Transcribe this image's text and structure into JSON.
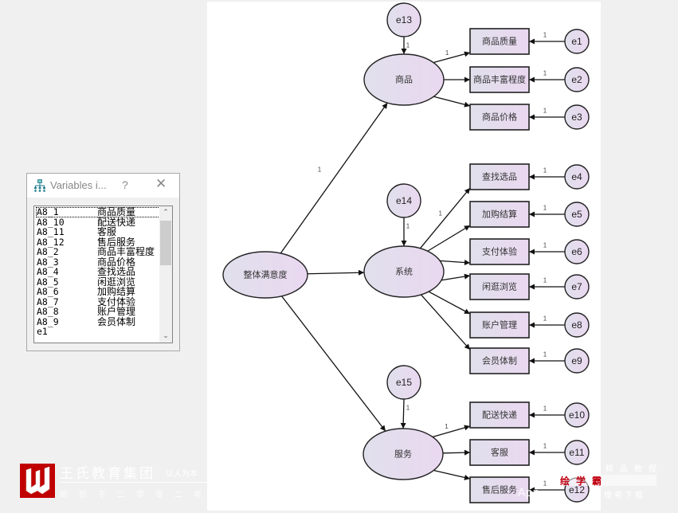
{
  "diagram": {
    "latent": {
      "overall": "整体满意度",
      "goods": "商品",
      "system": "系统",
      "service": "服务"
    },
    "latent_errors": {
      "goods": "e13",
      "system": "e14",
      "service": "e15"
    },
    "observed": {
      "goods": [
        {
          "label": "商品质量",
          "error": "e1"
        },
        {
          "label": "商品丰富程度",
          "error": "e2"
        },
        {
          "label": "商品价格",
          "error": "e3"
        }
      ],
      "system": [
        {
          "label": "查找选品",
          "error": "e4"
        },
        {
          "label": "加购结算",
          "error": "e5"
        },
        {
          "label": "支付体验",
          "error": "e6"
        },
        {
          "label": "闲逛浏览",
          "error": "e7"
        },
        {
          "label": "账户管理",
          "error": "e8"
        },
        {
          "label": "会员体制",
          "error": "e9"
        }
      ],
      "service": [
        {
          "label": "配送快递",
          "error": "e10"
        },
        {
          "label": "客服",
          "error": "e11"
        },
        {
          "label": "售后服务",
          "error": "e12"
        }
      ]
    },
    "path_coefficient": "1",
    "colors": {
      "node_fill_start": "#e0e0ec",
      "node_fill_end": "#ead8f0",
      "stroke": "#222222"
    }
  },
  "dialog": {
    "title": "Variables i...",
    "help": "?",
    "close": "✕",
    "variables": [
      {
        "code": "A8_1",
        "label": "商品质量"
      },
      {
        "code": "A8_10",
        "label": "配送快递"
      },
      {
        "code": "A8_11",
        "label": "客服"
      },
      {
        "code": "A8_12",
        "label": "售后服务"
      },
      {
        "code": "A8_2",
        "label": "商品丰富程度"
      },
      {
        "code": "A8_3",
        "label": "商品价格"
      },
      {
        "code": "A8_4",
        "label": "查找选品"
      },
      {
        "code": "A8_5",
        "label": "闲逛浏览"
      },
      {
        "code": "A8_6",
        "label": "加购结算"
      },
      {
        "code": "A8_7",
        "label": "支付体验"
      },
      {
        "code": "A8_8",
        "label": "账户管理"
      },
      {
        "code": "A8_9",
        "label": "会员体制"
      },
      {
        "code": "e1",
        "label": ""
      }
    ]
  },
  "watermarks": {
    "left_brand": "王氏教育集团",
    "left_slogan": "以人为本",
    "left_sub": "始创于二零零二年",
    "right_top": "精品教程",
    "right_red": "绘学霸",
    "right_bottom": "App",
    "right_bottom2": "搜索下载"
  }
}
